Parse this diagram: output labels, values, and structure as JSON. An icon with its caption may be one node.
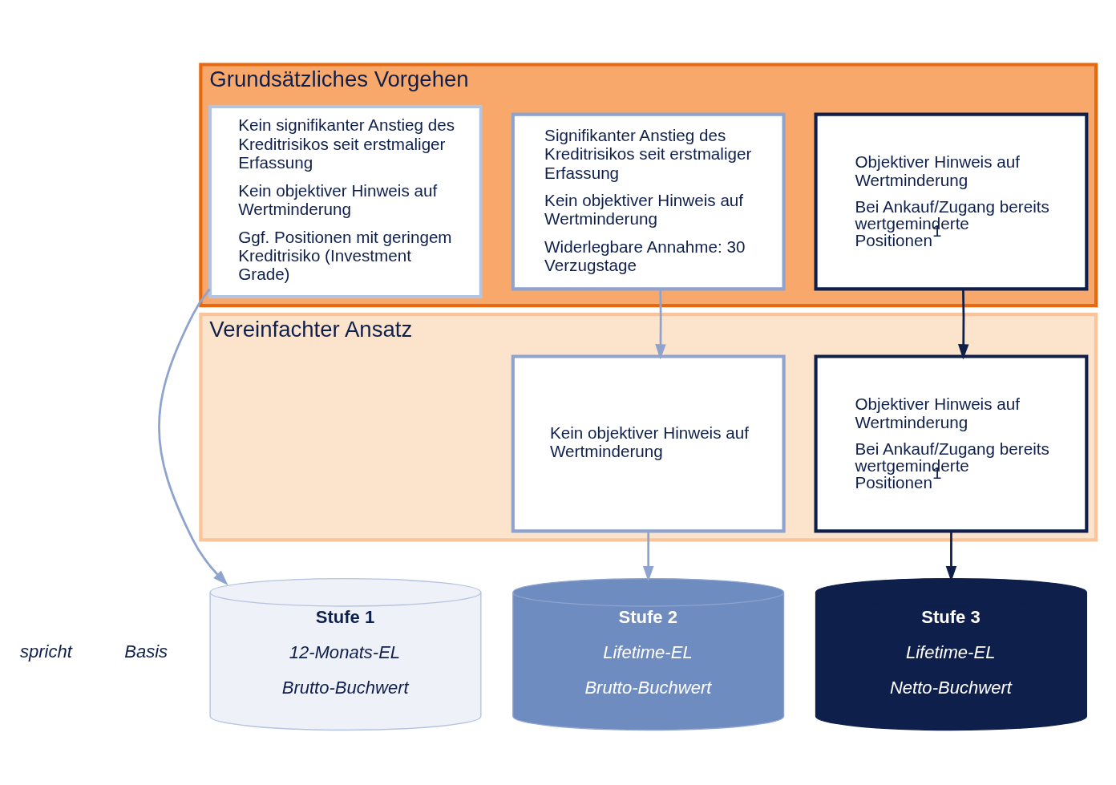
{
  "diagram": {
    "nodes": [
      {
        "text": [
          "Grundsätzliches Vorgehen"
        ]
      },
      {
        "text": [
          "Kein signifikanter Anstieg des Kreditrisikos seit erstmaliger Erfassung",
          "Kein objektiver Hinweis auf Wertminderung",
          "Ggf. Positionen mit geringem Kreditrisiko (Investment Grade)"
        ],
        "in": 0
      },
      {
        "text": [
          "Signifikanter Anstieg des Kreditrisikos seit erstmaliger Erfassung",
          "Kein objektiver Hinweis auf Wertminderung",
          "Widerlegbare Annahme: 30 Verzugstage"
        ],
        "in": 0
      },
      {
        "text": [
          "Objektiver Hinweis auf Wertminderung",
          "Bei Ankauf/Zugang bereits wertgeminderte Positionen$^{1}$"
        ],
        "in": 0
      },
      {
        "text": [
          "Vereinfachter Ansatz"
        ]
      },
      {
        "text": [
          "Kein objektiver Hinweis auf Wertminderung"
        ],
        "in": 4
      },
      {
        "text": [
          "Objektiver Hinweis auf Wertminderung",
          "Bei Ankauf/Zugang bereits wertgeminderte Positionen$^{1}$"
        ],
        "in": 4
      },
      {
        "text": [
          "Stufe 1",
          "12-Monats-EL",
          "Brutto-Buchwert"
        ]
      },
      {
        "text": [
          "Stufe 2",
          "Lifetime-EL",
          "Brutto-Buchwert"
        ]
      },
      {
        "text": [
          "Stufe 3",
          "Lifetime-EL",
          "Netto-Buchwert"
        ]
      }
    ],
    "edges": [
      {
        "from": 1,
        "to": 7,
        "arrow": "to"
      },
      {
        "from": 2,
        "to": 5,
        "arrow": "to"
      },
      {
        "from": 3,
        "to": 6,
        "arrow": "to",
        "color": "#0f1f4b"
      },
      {
        "from": 5,
        "to": 8,
        "arrow": "to"
      },
      {
        "from": 6,
        "to": 9,
        "arrow": "to",
        "color": "#0f1f4b"
      }
    ],
    "labels": [
      "spricht",
      "Basis"
    ]
  }
}
